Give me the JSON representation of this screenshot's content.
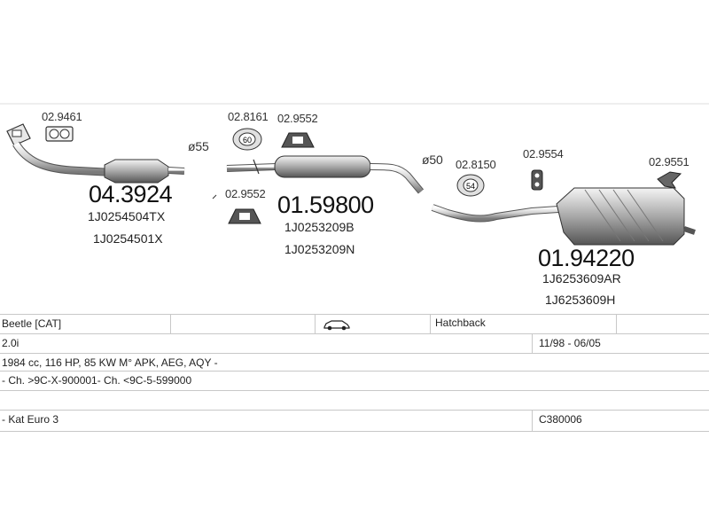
{
  "diagram": {
    "parts": [
      {
        "number": "04.3924",
        "oem_codes": [
          "1J0254504TX",
          "1J0254501X"
        ]
      },
      {
        "number": "01.59800",
        "oem_codes": [
          "1J0253209B",
          "1J0253209N"
        ]
      },
      {
        "number": "01.94220",
        "oem_codes": [
          "1J6253609AR",
          "1J6253609H"
        ]
      }
    ],
    "accessories": [
      "02.9461",
      "02.8161",
      "02.9552",
      "02.9552",
      "02.8150",
      "02.9554",
      "02.9551"
    ],
    "clamp_labels": [
      "60",
      "54"
    ],
    "diameters": [
      "ø55",
      "ø50"
    ]
  },
  "table": {
    "model": "Beetle  [CAT]",
    "body_type": "Hatchback",
    "engine": "2.0i",
    "production": "11/98 - 06/05",
    "spec": "1984 cc, 116 HP, 85 KW M° APK, AEG, AQY -",
    "chassis": "- Ch. >9C-X-900001- Ch. <9C-5-599000",
    "emission": "- Kat Euro 3",
    "catalog_code": "C380006"
  },
  "icons": [
    "car-icon",
    "gasket-icon",
    "clamp-icon",
    "rubber-hanger-icon",
    "bracket-icon"
  ]
}
